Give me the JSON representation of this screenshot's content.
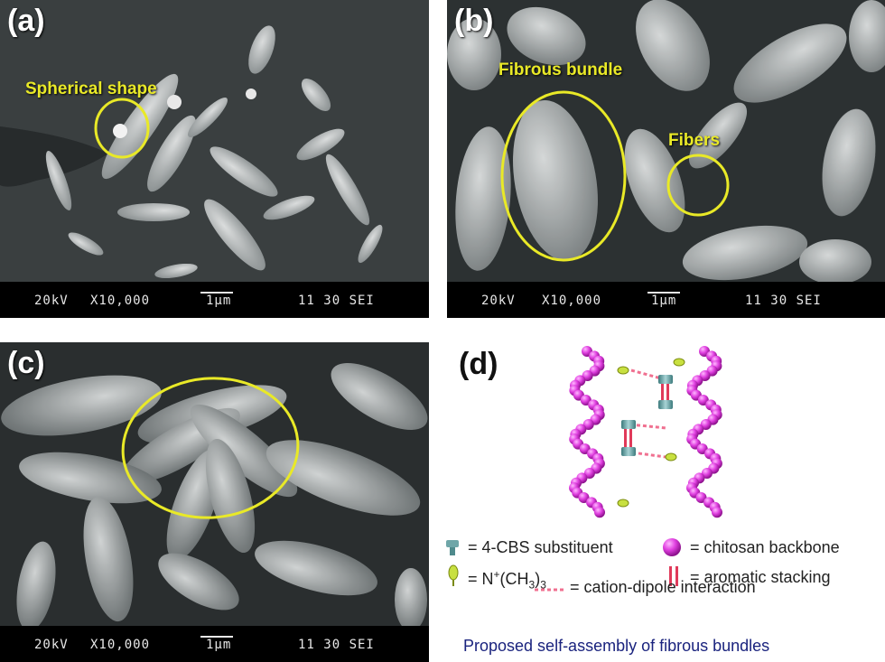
{
  "panels": [
    {
      "letter": "(a)",
      "accel": "20kV",
      "mag": "X10,000",
      "scale": "1µm",
      "session": "11 30 SEI",
      "annotations": [
        "Spherical shape"
      ]
    },
    {
      "letter": "(b)",
      "accel": "20kV",
      "mag": "X10,000",
      "scale": "1µm",
      "session": "11 30 SEI",
      "annotations": [
        "Fibrous bundle",
        "Fibers"
      ]
    },
    {
      "letter": "(c)",
      "accel": "20kV",
      "mag": "X10,000",
      "scale": "1µm",
      "session": "11 30 SEI",
      "annotations": []
    }
  ],
  "schematic": {
    "letter": "(d)",
    "legend": {
      "cbs": "= 4-CBS substituent",
      "chitosan": "= chitosan backbone",
      "ammonium_prefix": "= N",
      "ammonium_sup": "+",
      "ammonium_mid": "(CH",
      "ammonium_sub": "3",
      "ammonium_suffix": ")",
      "ammonium_sub2": "3",
      "stacking": "= aromatic stacking",
      "cation_dipole": "= cation-dipole interaction"
    },
    "caption": "Proposed self-assembly of fibrous bundles"
  },
  "colors": {
    "annotation": "#e9e927",
    "chitosan": "#e040e0",
    "cbs": "#6fa6a8",
    "ammonium": "#c8e040",
    "stacking": "#e03a5a",
    "cation_dipole": "#f07090",
    "caption": "#1a237e"
  },
  "icons": [
    "chitosan-sphere-icon",
    "cbs-substituent-icon",
    "ammonium-leaf-icon",
    "stacking-bars-icon",
    "dashed-line-icon"
  ]
}
